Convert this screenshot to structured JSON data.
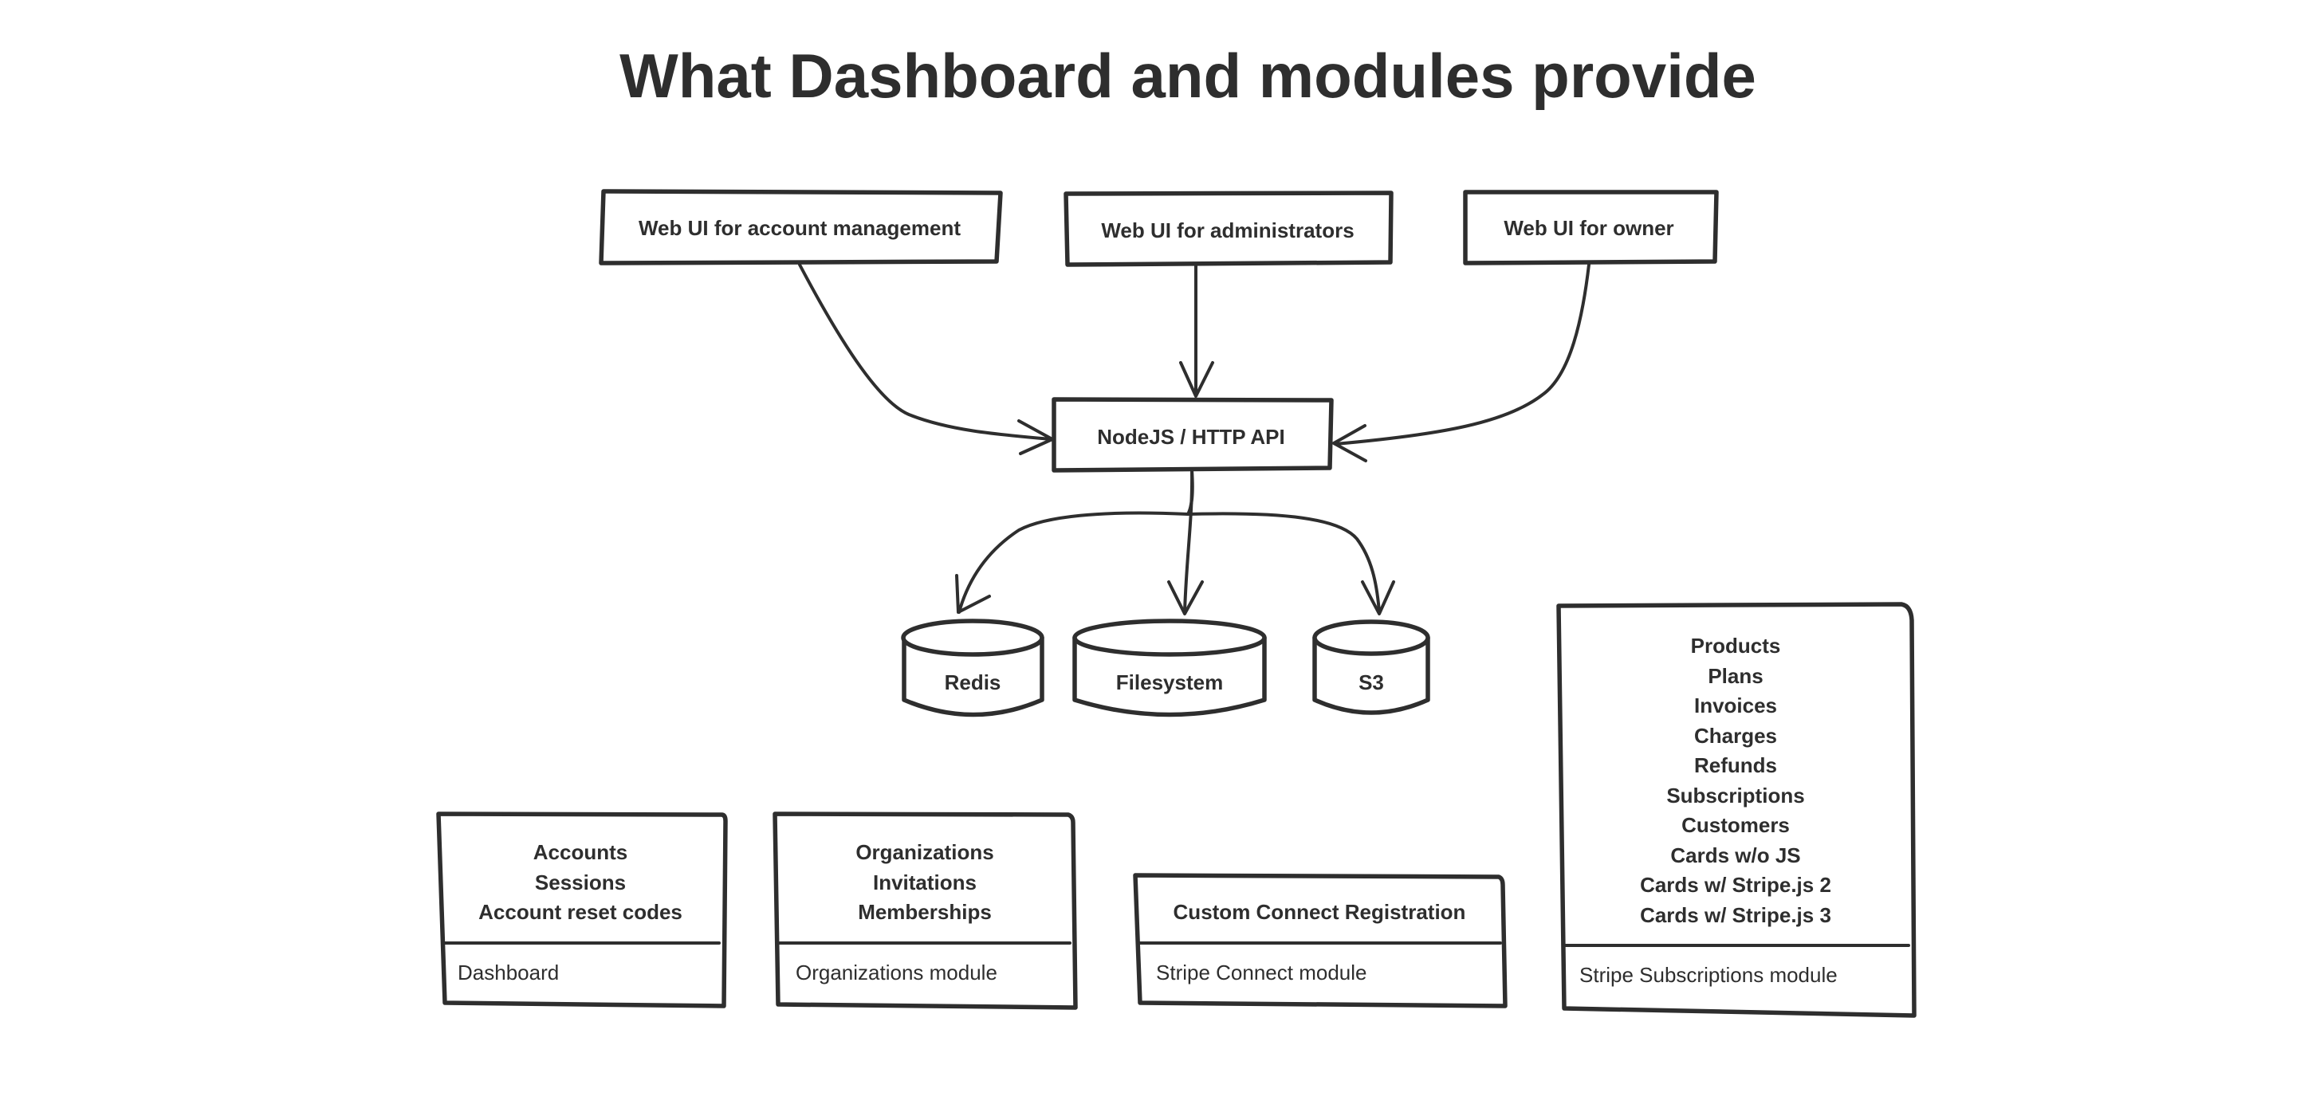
{
  "title": "What Dashboard and modules provide",
  "interfaces": [
    "Web UI for account management",
    "Web UI for administrators",
    "Web UI for owner"
  ],
  "api": "NodeJS / HTTP API",
  "storage": [
    "Redis",
    "Filesystem",
    "S3"
  ],
  "modules": [
    {
      "items": [
        "Accounts",
        "Sessions",
        "Account reset codes"
      ],
      "name": "Dashboard"
    },
    {
      "items": [
        "Organizations",
        "Invitations",
        "Memberships"
      ],
      "name": "Organizations module"
    },
    {
      "items": [
        "Custom Connect Registration"
      ],
      "name": "Stripe Connect module"
    },
    {
      "items": [
        "Products",
        "Plans",
        "Invoices",
        "Charges",
        "Refunds",
        "Subscriptions",
        "Customers",
        "Cards w/o JS",
        "Cards w/ Stripe.js 2",
        "Cards w/ Stripe.js 3"
      ],
      "name": "Stripe Subscriptions module"
    }
  ]
}
